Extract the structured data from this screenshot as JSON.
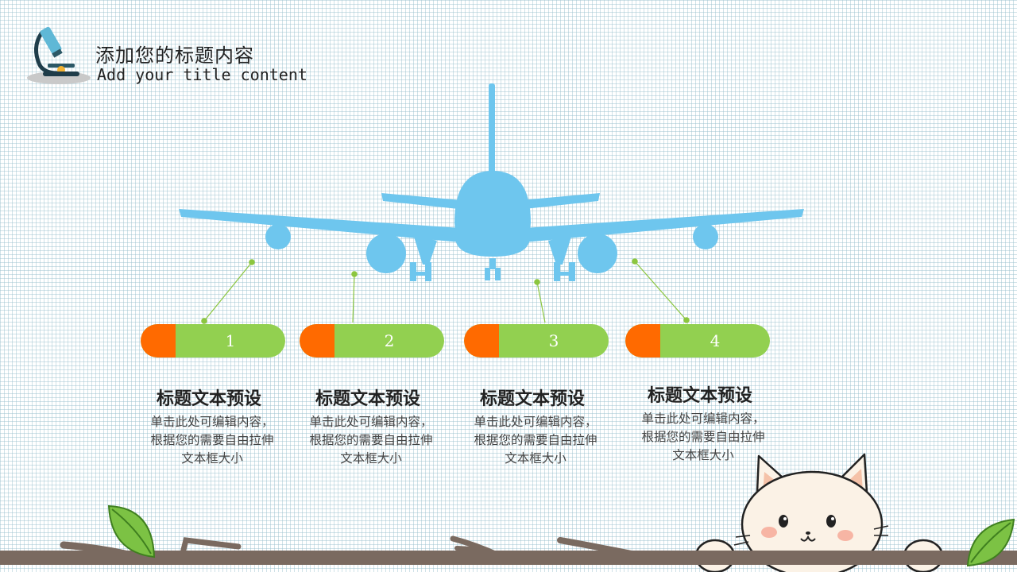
{
  "header": {
    "title_cn": "添加您的标题内容",
    "title_en": "Add your title content"
  },
  "steps": [
    {
      "number": "1",
      "title": "标题文本预设",
      "desc_line1": "单击此处可编辑内容，",
      "desc_line2": "根据您的需要自由拉伸",
      "desc_line3": "文本框大小"
    },
    {
      "number": "2",
      "title": "标题文本预设",
      "desc_line1": "单击此处可编辑内容，",
      "desc_line2": "根据您的需要自由拉伸",
      "desc_line3": "文本框大小"
    },
    {
      "number": "3",
      "title": "标题文本预设",
      "desc_line1": "单击此处可编辑内容，",
      "desc_line2": "根据您的需要自由拉伸",
      "desc_line3": "文本框大小"
    },
    {
      "number": "4",
      "title": "标题文本预设",
      "desc_line1": "单击此处可编辑内容，",
      "desc_line2": "根据您的需要自由拉伸",
      "desc_line3": "文本框大小"
    }
  ],
  "colors": {
    "plane": "#6ec6ee",
    "pill_green": "#92d050",
    "pill_orange": "#ff6a00",
    "connector": "#8cc63f",
    "branch": "#7a6a60"
  },
  "icons": [
    "microscope-icon",
    "airplane-illustration",
    "cat-illustration",
    "leaf-icon",
    "branch-decoration"
  ]
}
